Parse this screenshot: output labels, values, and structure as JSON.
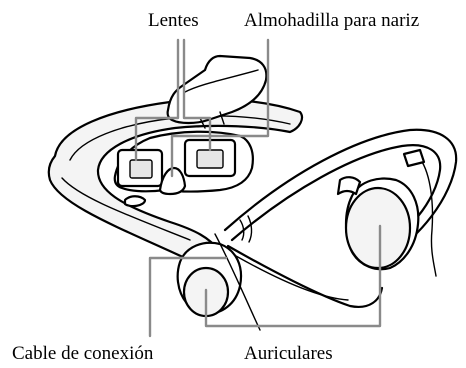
{
  "labels": {
    "lenses": "Lentes",
    "nose_pad": "Almohadilla para nariz",
    "cable": "Cable de conexión",
    "headphones": "Auriculares"
  },
  "colors": {
    "line_art": "#000000",
    "leader_lines": "#8a8a8a",
    "background": "#ffffff"
  }
}
